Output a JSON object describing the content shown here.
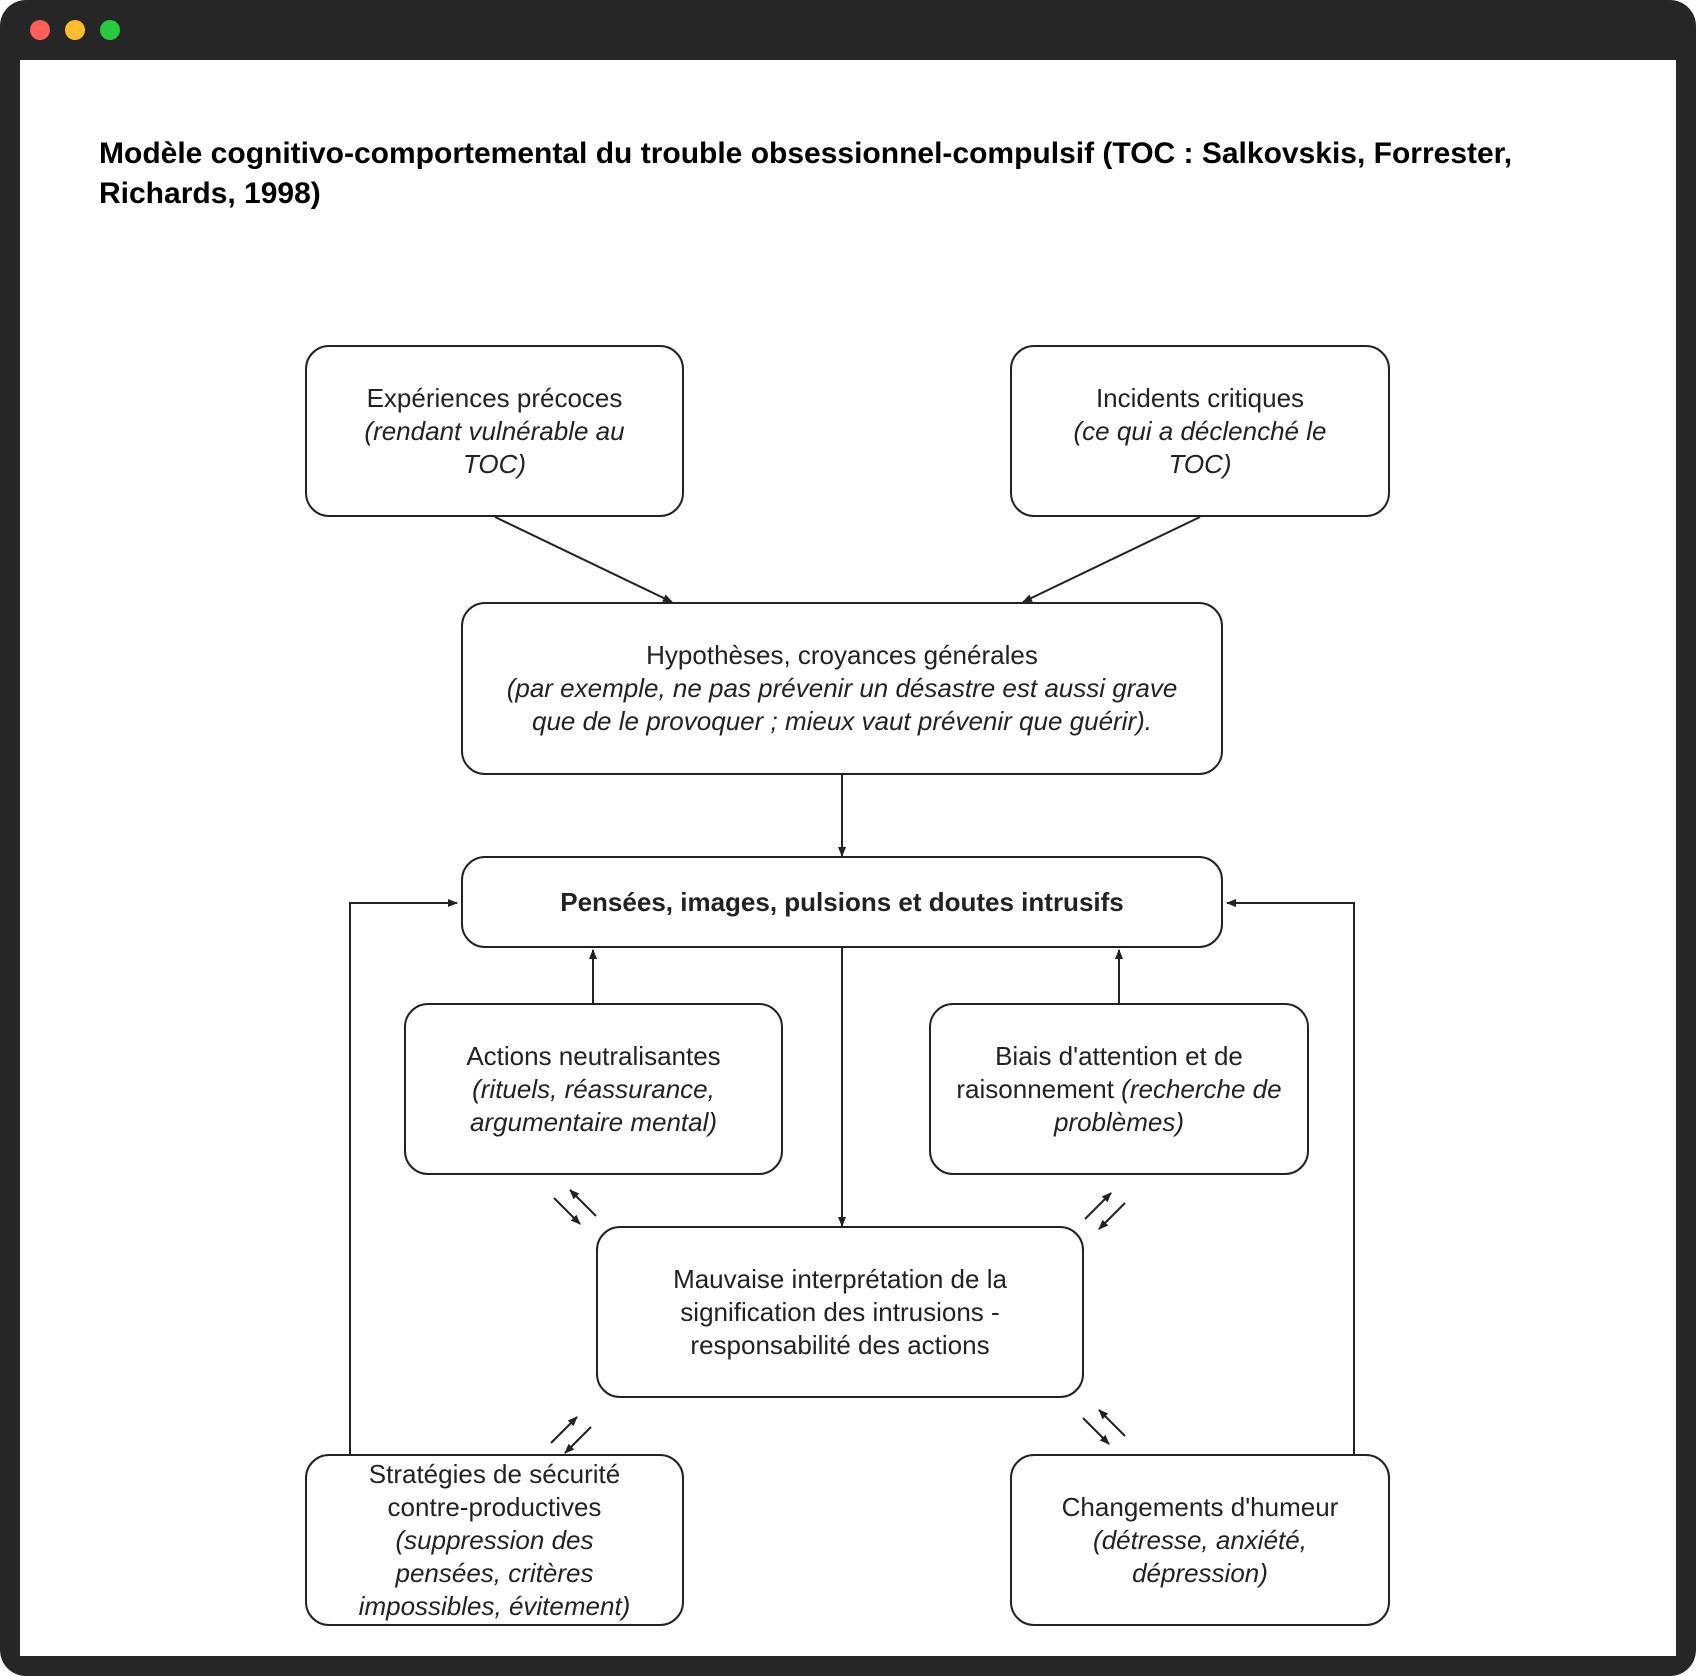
{
  "window": {
    "buttons": [
      "close",
      "minimize",
      "maximize"
    ]
  },
  "title": "Modèle cognitivo-comportemental du trouble obsessionnel-compulsif (TOC : Salkovskis, Forrester, Richards, 1998)",
  "nodes": {
    "experiences": {
      "label": "Expériences précoces",
      "detail": "(rendant vulnérable au TOC)"
    },
    "incidents": {
      "label": "Incidents critiques",
      "detail": "(ce qui a déclenché le TOC)"
    },
    "hypotheses": {
      "label": "Hypothèses, croyances générales",
      "detail": "(par exemple, ne pas prévenir un désastre est aussi grave que de le provoquer ; mieux vaut prévenir que guérir)."
    },
    "pensees": {
      "label": "Pensées, images, pulsions et doutes intrusifs"
    },
    "actions": {
      "label": "Actions neutralisantes",
      "detail": "(rituels, réassurance, argumentaire mental)"
    },
    "biais": {
      "label": "Biais d'attention et de raisonnement",
      "detail": "(recherche de problèmes)"
    },
    "mauvaise": {
      "label": "Mauvaise interprétation de la signification des intrusions - responsabilité des actions"
    },
    "strategies": {
      "label": "Stratégies de sécurité contre-productives",
      "detail": "(suppression des pensées, critères impossibles, évitement)"
    },
    "changements": {
      "label": "Changements d'humeur",
      "detail": "(détresse, anxiété, dépression)"
    }
  },
  "edges": [
    {
      "from": "experiences",
      "to": "hypotheses"
    },
    {
      "from": "incidents",
      "to": "hypotheses"
    },
    {
      "from": "hypotheses",
      "to": "pensees"
    },
    {
      "from": "pensees",
      "to": "mauvaise"
    },
    {
      "from": "actions",
      "to": "pensees"
    },
    {
      "from": "biais",
      "to": "pensees"
    },
    {
      "from": "strategies",
      "to": "pensees"
    },
    {
      "from": "changements",
      "to": "pensees"
    },
    {
      "from": "actions",
      "to": "mauvaise",
      "bidirectional": true
    },
    {
      "from": "biais",
      "to": "mauvaise",
      "bidirectional": true
    },
    {
      "from": "mauvaise",
      "to": "strategies",
      "bidirectional": true
    },
    {
      "from": "mauvaise",
      "to": "changements",
      "bidirectional": true
    }
  ]
}
